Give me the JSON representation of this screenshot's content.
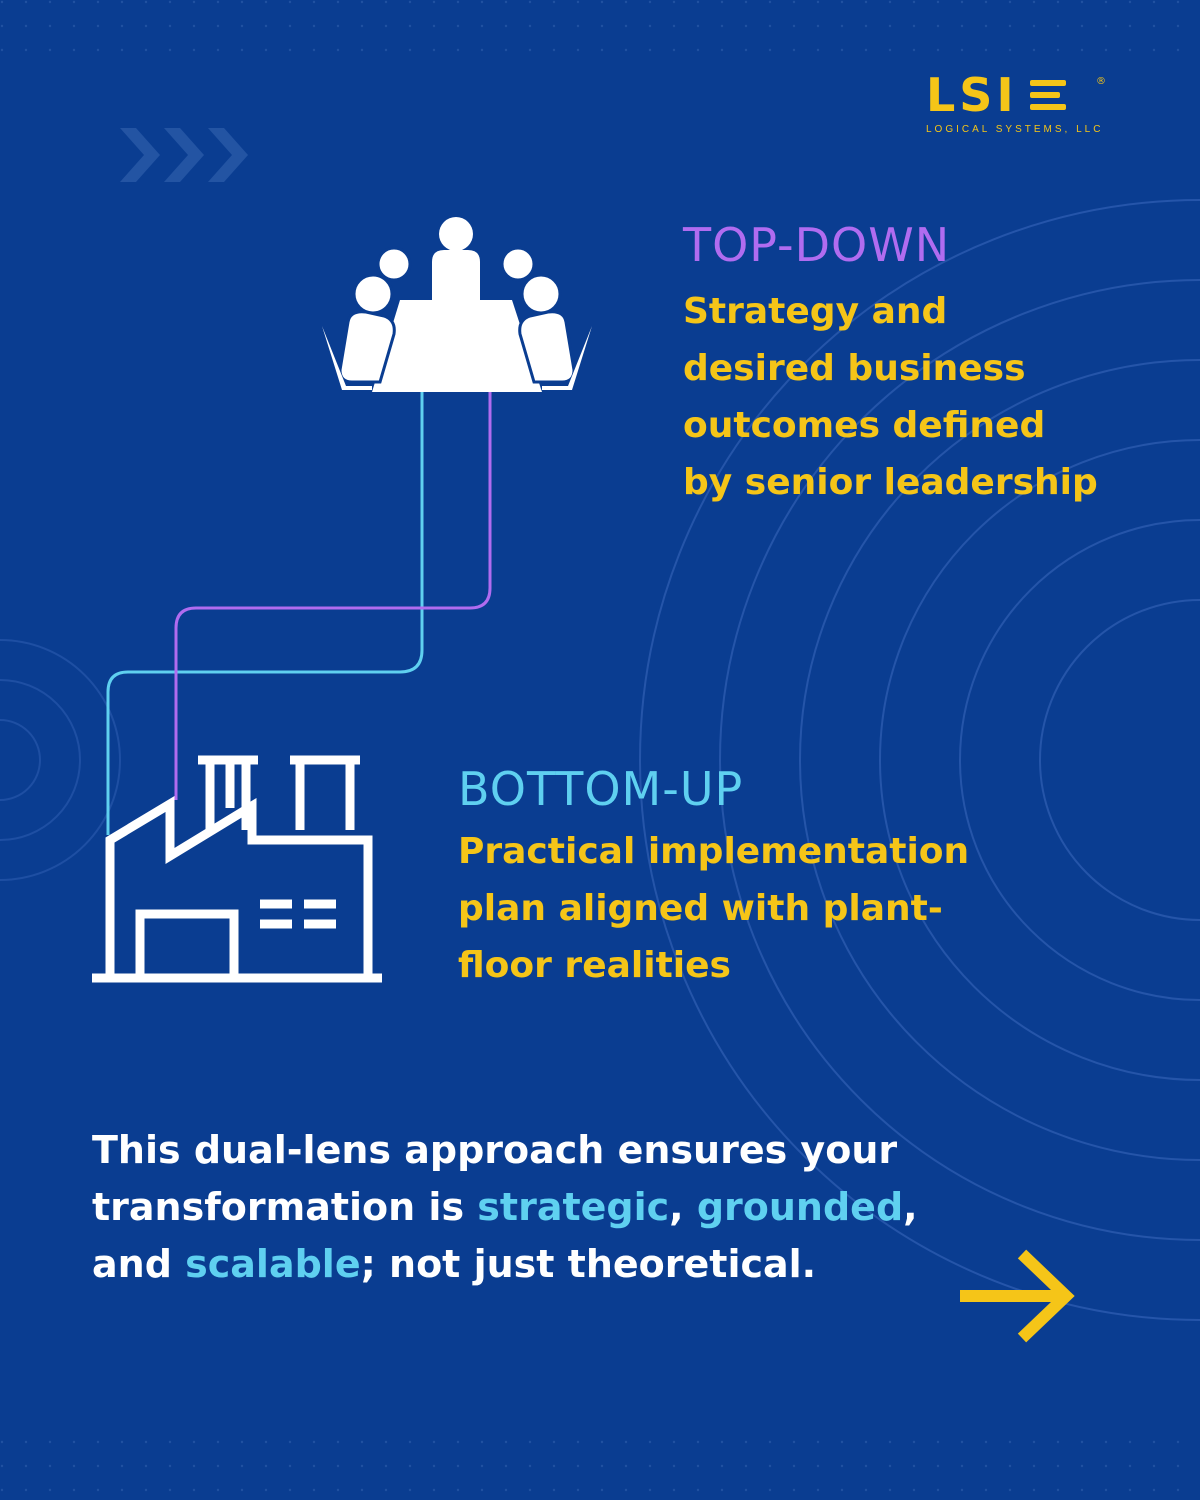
{
  "logo": {
    "mark": "LSI",
    "registered": "®",
    "tagline": "LOGICAL SYSTEMS, LLC"
  },
  "top": {
    "heading": "TOP-DOWN",
    "lines": [
      "Strategy and",
      "desired business",
      "outcomes defined",
      "by senior leadership"
    ]
  },
  "bottom": {
    "heading": "BOTTOM-UP",
    "lines": [
      "Practical implementation",
      "plan aligned with plant-",
      "floor realities"
    ]
  },
  "closing": {
    "line1": "This dual-lens approach ensures your",
    "line2_a": "transformation is ",
    "line2_b": "strategic",
    "line2_c": ", ",
    "line2_d": "grounded",
    "line2_e": ",",
    "line3_a": "and ",
    "line3_b": "scalable",
    "line3_c": "; not just theoretical."
  },
  "icons": {
    "meeting": "meeting-table-icon",
    "factory": "factory-icon",
    "arrow": "arrow-right-icon",
    "chevrons": "chevrons-right-icon"
  },
  "colors": {
    "background": "#0a3d91",
    "yellow": "#f5c518",
    "purple": "#b06cf0",
    "cyan": "#5fd0f0",
    "white": "#ffffff"
  }
}
